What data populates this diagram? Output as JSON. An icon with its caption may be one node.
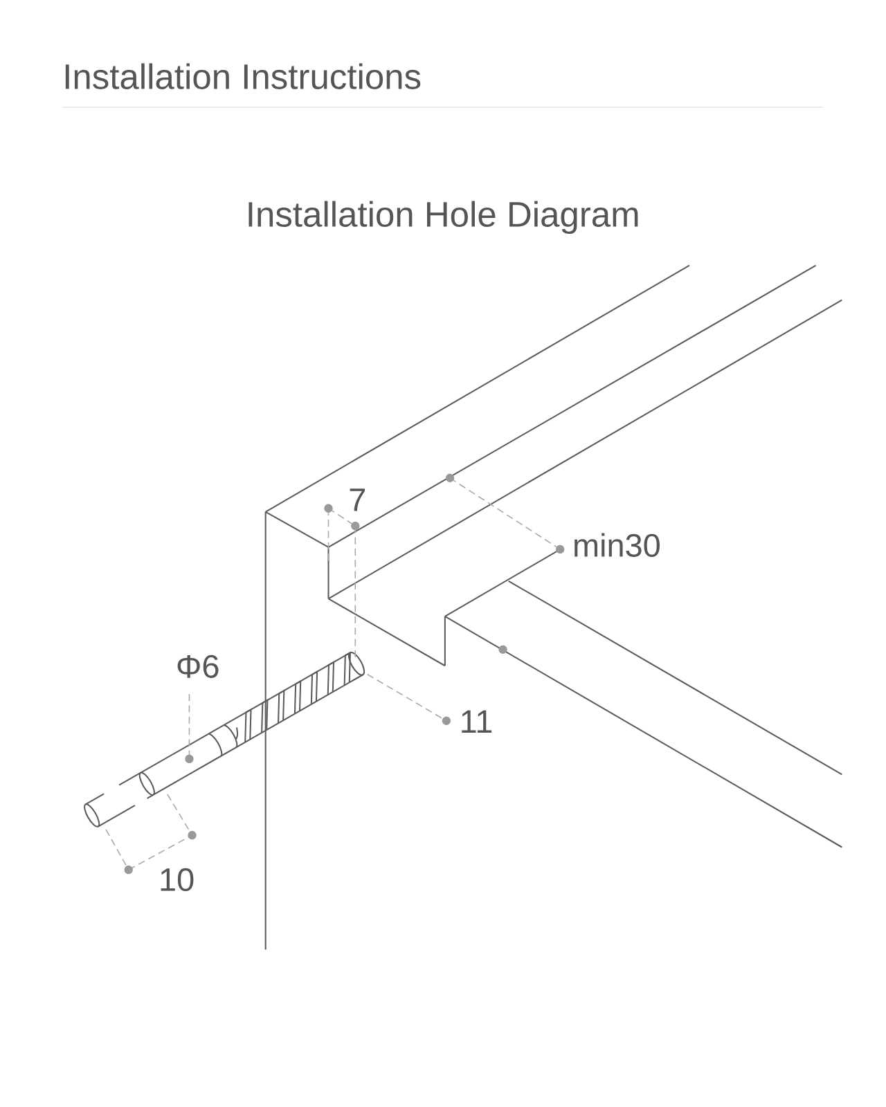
{
  "diagram": {
    "title": "Installation Instructions",
    "labels": [
      "Installation Hole Diagram",
      "7",
      "min30",
      "Φ6",
      "11",
      "10"
    ]
  }
}
